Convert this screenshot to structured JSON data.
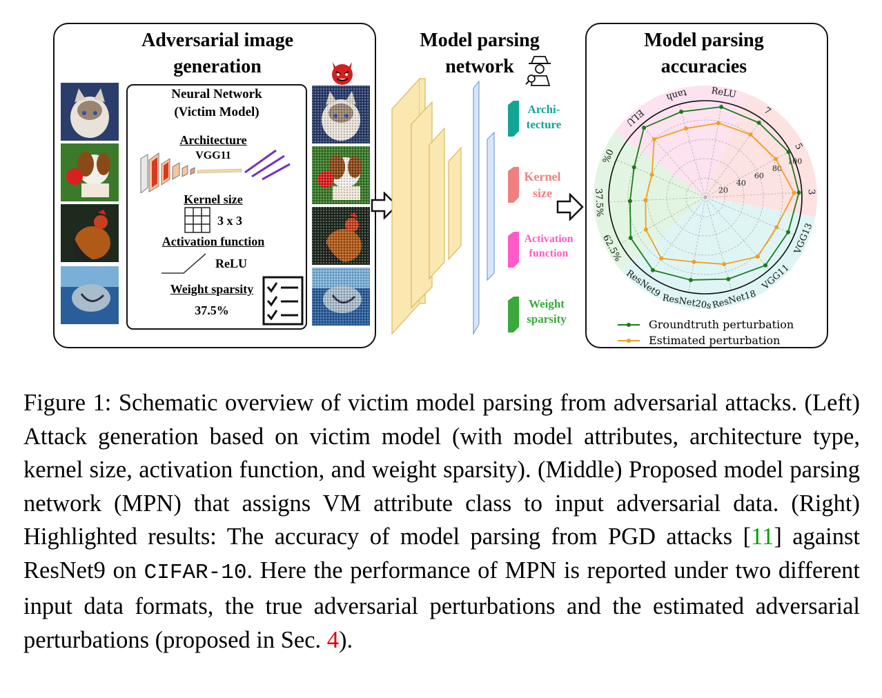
{
  "left_panel": {
    "title": "Adversarial image generation",
    "victim_box": {
      "title_line1": "Neural Network",
      "title_line2": "(Victim Model)",
      "architecture_label": "Architecture",
      "architecture_value": "VGG11",
      "kernel_label": "Kernel size",
      "kernel_value": "3 x 3",
      "activation_label": "Activation function",
      "activation_value": "ReLU",
      "sparsity_label": "Weight sparsity",
      "sparsity_value": "37.5%"
    }
  },
  "middle_panel": {
    "title": "Model parsing network",
    "outputs": [
      {
        "line1": "Archi-",
        "line2": "tecture",
        "color": "#12a596"
      },
      {
        "line1": "Kernel",
        "line2": "size",
        "color": "#f08080"
      },
      {
        "line1": "Activation",
        "line2": "function",
        "color": "#ff5ac8"
      },
      {
        "line1": "Weight",
        "line2": "sparsity",
        "color": "#3aa83a"
      }
    ]
  },
  "right_panel": {
    "title": "Model parsing accuracies",
    "legend": {
      "groundtruth": "Groundtruth perturbation",
      "estimated": "Estimated perturbation"
    }
  },
  "chart_data": {
    "type": "radar",
    "radial_ticks": [
      "20",
      "40",
      "60",
      "80",
      "100"
    ],
    "rmax": 100,
    "categories": [
      "ReLU",
      "7",
      "5",
      "3",
      "VGG13",
      "VGG11",
      "ResNet18",
      "ResNet20s",
      "ResNet9",
      "62.5%",
      "37.5%",
      "0%",
      "ELU",
      "tanh"
    ],
    "series": [
      {
        "name": "Groundtruth perturbation",
        "color": "#1a7a1a",
        "values": [
          95,
          95,
          98,
          97,
          93,
          94,
          88,
          87,
          93,
          88,
          78,
          80,
          96,
          92
        ]
      },
      {
        "name": "Estimated perturbation",
        "color": "#f0a020",
        "values": [
          78,
          80,
          83,
          92,
          80,
          82,
          72,
          68,
          78,
          70,
          62,
          60,
          80,
          74
        ]
      }
    ],
    "sector_colors": [
      "#fde2f0",
      "#fde2e2",
      "#fde2e2",
      "#fde2e2",
      "#dff5f5",
      "#dff5f5",
      "#dff5f5",
      "#dff5f5",
      "#dff5f5",
      "#e2f5e2",
      "#e2f5e2",
      "#e2f5e2",
      "#fde2f0",
      "#fde2f0"
    ]
  },
  "caption": {
    "part1": "Figure 1:  Schematic overview of victim model parsing from adversarial attacks.  (Left) Attack generation based on victim model (with model attributes, architecture type, kernel size, activation function, and weight sparsity). (Middle) Proposed model parsing network (MPN) that assigns VM attribute class to input adversarial data.  (Right) Highlighted results: The accuracy of model parsing from PGD attacks [",
    "ref1": "11",
    "part2": "] against ResNet9 on ",
    "dataset": "CIFAR-10",
    "part3": ". Here the performance of MPN is reported under two different input data formats, the true adversarial perturbations and the estimated adversarial perturbations (proposed in Sec. ",
    "ref2": "4",
    "part4": ")."
  }
}
